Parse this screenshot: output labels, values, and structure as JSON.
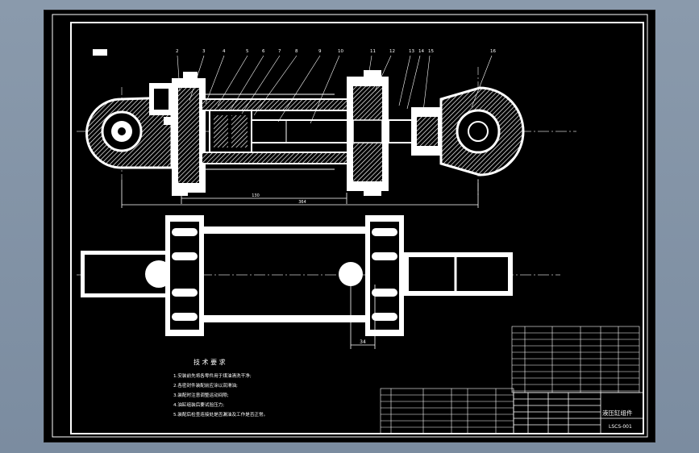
{
  "part_numbers": [
    "2",
    "3",
    "4",
    "5",
    "6",
    "7",
    "8",
    "9",
    "10",
    "11",
    "12",
    "13",
    "14",
    "15",
    "16"
  ],
  "dimension_labels": {
    "dim_upper_1": "130",
    "dim_upper_2": "364",
    "dim_lower": "34"
  },
  "notes": {
    "title": "技 术 要 求",
    "items": [
      "1.安装前先将各零件用于煤油清洗干净;",
      "2.各密封件装配前应涂以润滑油;",
      "3.装配时注意调整运动间隙;",
      "4.油缸组装后要试验压力;",
      "5.装配后检查连接处是否漏油及工作是否正常。"
    ]
  },
  "title_block": {
    "name": "液压缸组件",
    "drawing_no": "LSCS-001"
  },
  "colors": {
    "background": "#000000",
    "linework": "#ffffff",
    "border": "#ffffff",
    "centerline": "#d0d0d0"
  }
}
